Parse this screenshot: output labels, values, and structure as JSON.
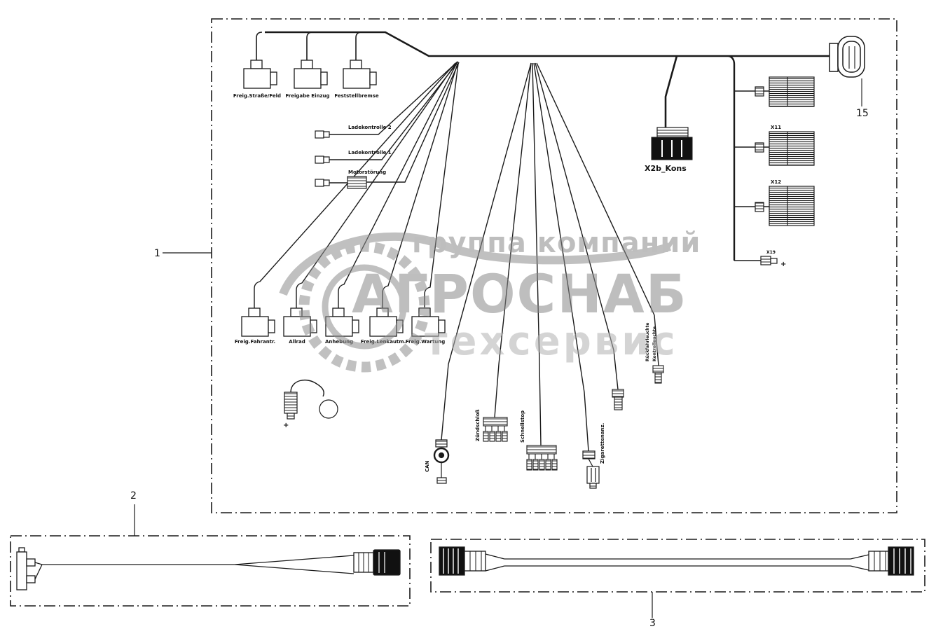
{
  "parts": {
    "p1": "1",
    "p2": "2",
    "p3": "3",
    "p15": "15"
  },
  "watermark": {
    "line1": "группа компаний",
    "line2": "АГРОСНАБ",
    "line3": "техсервис"
  },
  "labels": {
    "top": [
      "Freig.Straße/Feld",
      "Freigabe Einzug",
      "Feststellbremse"
    ],
    "mid": [
      "Ladekontrolle 2",
      "Ladekontrolle 1",
      "Motorstörung"
    ],
    "bottom": [
      "Freig.Fahrantr.",
      "Allrad",
      "Anhebung",
      "Freig.Lenkautm.",
      "Freig.Wartung"
    ],
    "x2b": "X2b_Kons",
    "x11": "X11",
    "x12": "X12",
    "x19": "X19",
    "can": "CAN",
    "ignition": "Zündschloß",
    "quickstop": "Schnellstop",
    "cigarette": "Zigarettenanz.",
    "reverse": "Rückfahrleuchte",
    "control": "Kontrolleuchte"
  },
  "misc": {
    "plus": "+"
  }
}
